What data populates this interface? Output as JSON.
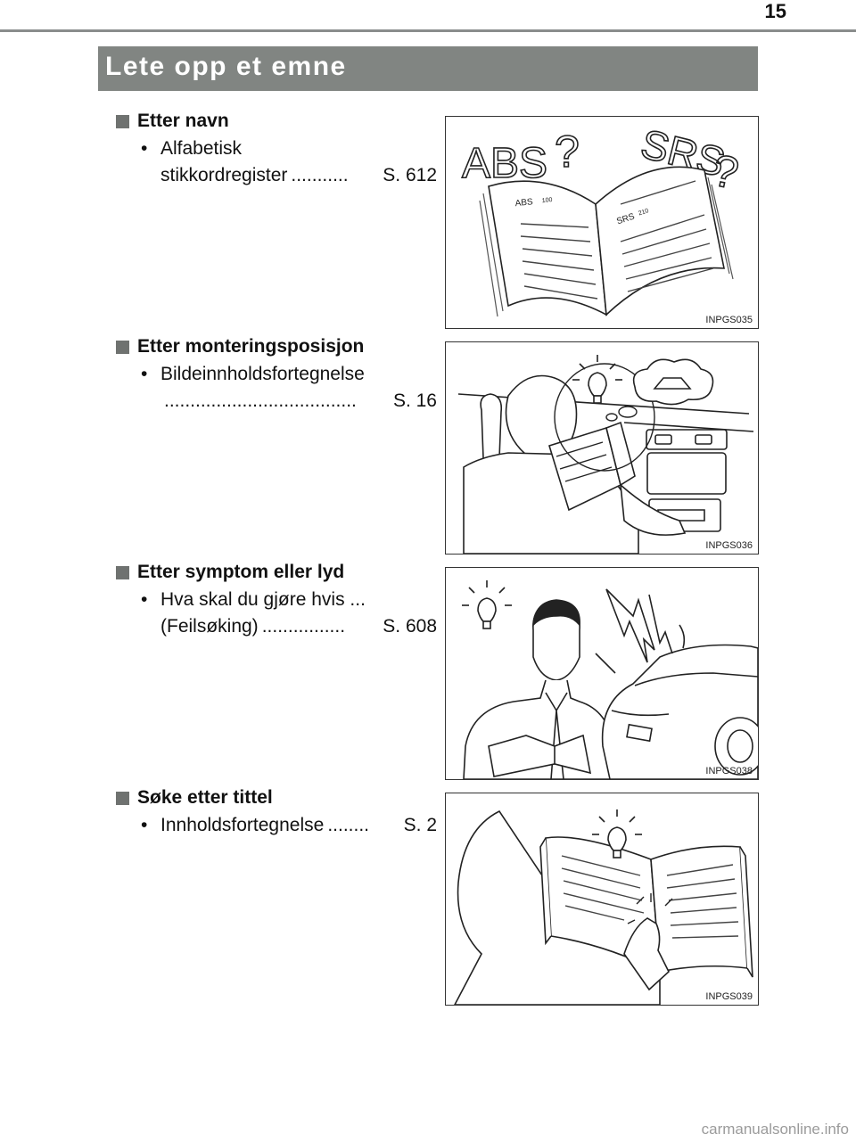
{
  "page": {
    "number": "15"
  },
  "header": {
    "title": "Lete opp et emne"
  },
  "sections": [
    {
      "heading": "Etter navn",
      "bullet_line1": "Alfabetisk",
      "bullet_line2": "stikkordregister",
      "dots": "...........",
      "ref": "S. 612",
      "figure_code": "INPGS035",
      "figure_labels": {
        "abs": "ABS",
        "srs": "SRS",
        "abs_small": "ABS",
        "abs_page": "100",
        "srs_small": "SRS",
        "srs_page": "210"
      }
    },
    {
      "heading": "Etter monteringsposisjon",
      "bullet_line1": "Bildeinnholdsfortegnelse",
      "dots": ".....................................",
      "ref": "S. 16",
      "figure_code": "INPGS036"
    },
    {
      "heading": "Etter symptom eller lyd",
      "bullet_line1": "Hva skal du gjøre hvis ...",
      "bullet_line2": "(Feilsøking)",
      "dots": "................",
      "ref": "S. 608",
      "figure_code": "INPGS038"
    },
    {
      "heading": "Søke etter tittel",
      "bullet_line1": "Innholdsfortegnelse",
      "dots": "........",
      "ref": "S. 2",
      "figure_code": "INPGS039"
    }
  ],
  "watermark": "carmanualsonline.info"
}
